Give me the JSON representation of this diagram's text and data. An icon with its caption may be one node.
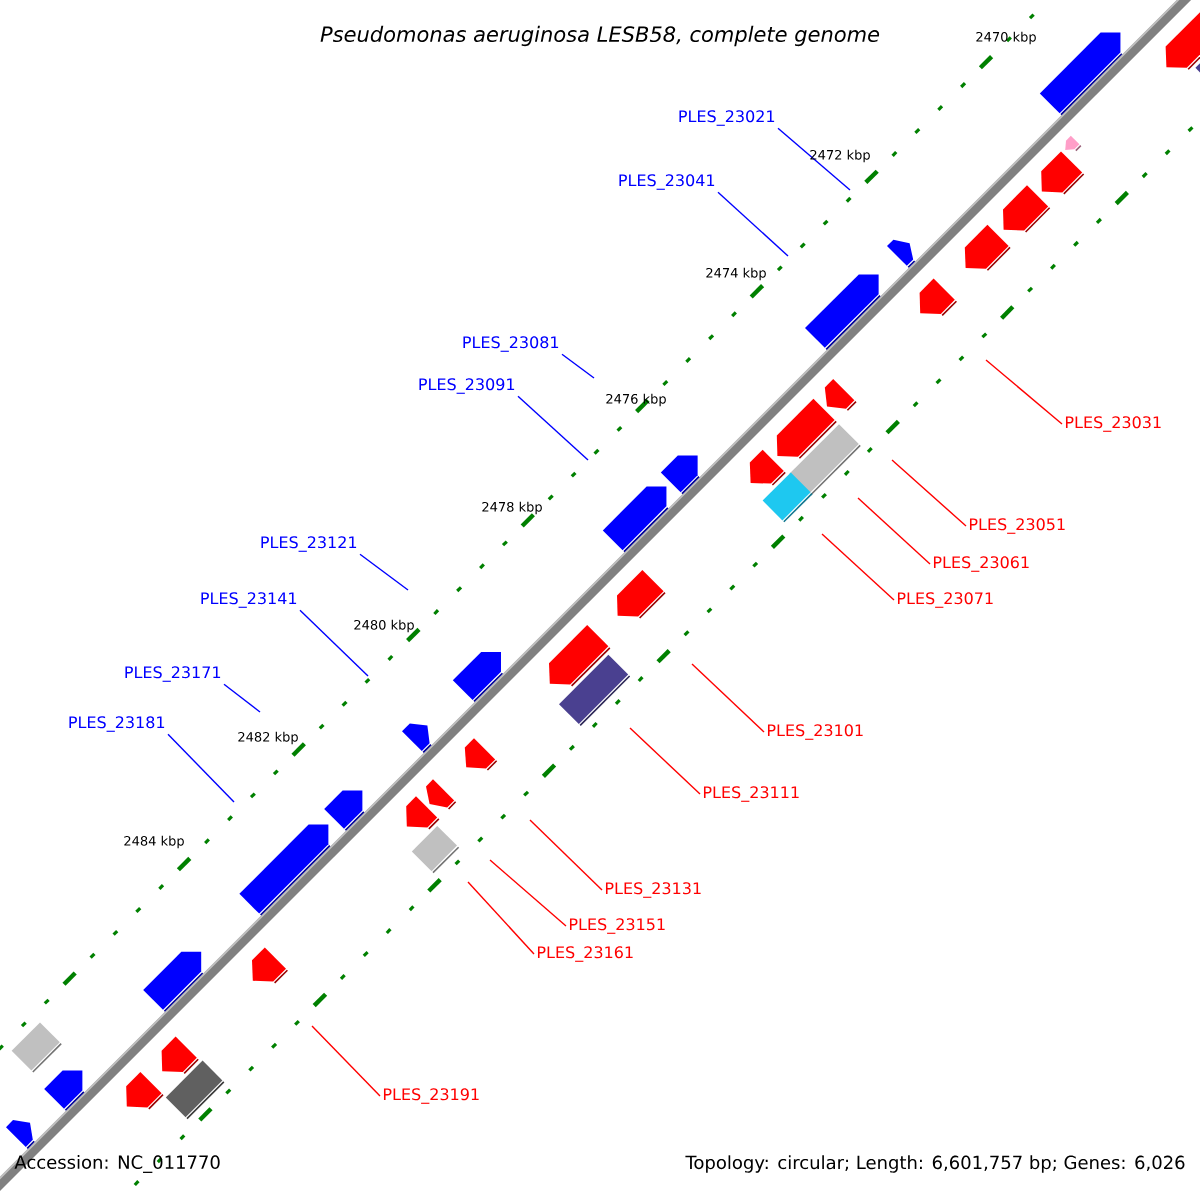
{
  "diagram": {
    "title": "Pseudomonas aeruginosa LESB58, complete genome",
    "nodes": [
      {
        "text": [
          "PLES_23021"
        ]
      },
      {
        "text": [
          "PLES_23031"
        ]
      },
      {
        "text": [
          "PLES_23041"
        ]
      },
      {
        "text": [
          "PLES_23051"
        ]
      },
      {
        "text": [
          "PLES_23061"
        ]
      },
      {
        "text": [
          "PLES_23071"
        ]
      },
      {
        "text": [
          "PLES_23081"
        ]
      },
      {
        "text": [
          "PLES_23091"
        ]
      },
      {
        "text": [
          "PLES_23101"
        ]
      },
      {
        "text": [
          "PLES_23111"
        ]
      },
      {
        "text": [
          "PLES_23121"
        ]
      },
      {
        "text": [
          "PLES_23131"
        ]
      },
      {
        "text": [
          "PLES_23141"
        ]
      },
      {
        "text": [
          "PLES_23151"
        ]
      },
      {
        "text": [
          "PLES_23161"
        ]
      },
      {
        "text": [
          "PLES_23171"
        ]
      },
      {
        "text": [
          "PLES_23181"
        ]
      },
      {
        "text": [
          "PLES_23191"
        ]
      }
    ],
    "edges": [
      {
        "from": 0,
        "to": null,
        "arrow": "none",
        "color": "#0000ff"
      },
      {
        "from": 1,
        "to": null,
        "arrow": "none"
      },
      {
        "from": 2,
        "to": null,
        "arrow": "none",
        "color": "#0000ff"
      },
      {
        "from": 3,
        "to": null,
        "arrow": "none"
      },
      {
        "from": 4,
        "to": null,
        "arrow": "none"
      },
      {
        "from": 5,
        "to": null,
        "arrow": "none"
      },
      {
        "from": 6,
        "to": null,
        "arrow": "none",
        "color": "#0000ff"
      },
      {
        "from": 7,
        "to": null,
        "arrow": "none",
        "color": "#0000ff"
      },
      {
        "from": 8,
        "to": null,
        "arrow": "none"
      },
      {
        "from": 9,
        "to": null,
        "arrow": "none"
      },
      {
        "from": 10,
        "to": null,
        "arrow": "none",
        "color": "#0000ff"
      },
      {
        "from": 11,
        "to": null,
        "arrow": "none"
      },
      {
        "from": 12,
        "to": null,
        "arrow": "none",
        "color": "#0000ff"
      },
      {
        "from": 13,
        "to": null,
        "arrow": "none"
      },
      {
        "from": 14,
        "to": null,
        "arrow": "none"
      },
      {
        "from": 15,
        "to": null,
        "arrow": "none",
        "color": "#0000ff"
      },
      {
        "from": 16,
        "to": null,
        "arrow": "none",
        "color": "#0000ff"
      },
      {
        "from": 17,
        "to": null,
        "arrow": "none"
      }
    ],
    "labels": [
      "2470 kbp",
      "2472 kbp",
      "2474 kbp",
      "2476 kbp",
      "2478 kbp",
      "2480 kbp",
      "2482 kbp",
      "2484 kbp",
      "Accession: NC_011770",
      "Topology: circular; Length: 6,601,757 bp; Genes: 6,026"
    ]
  }
}
